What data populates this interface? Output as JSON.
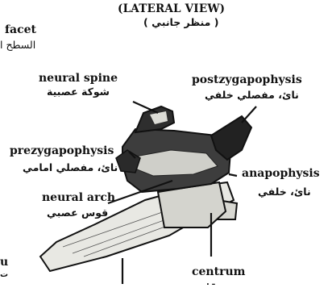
{
  "title": {
    "en": "(LATERAL VIEW)",
    "ar": "( منظر جانبي )"
  },
  "labels": {
    "facet": {
      "en": "facet",
      "ar": "السطح ا"
    },
    "neural_spine": {
      "en": "neural spine",
      "ar": "شوكة عصبية"
    },
    "postzygapophysis": {
      "en": "postzygapophysis",
      "ar": "نائ، مفصلي خلفي"
    },
    "prezygapophysis": {
      "en": "prezygapophysis",
      "ar": "نائ، مفصلي امامي"
    },
    "anapophysis": {
      "en": "anapophysis",
      "ar": "نائ، خلفي"
    },
    "neural_arch": {
      "en": "neural arch",
      "ar": "قوس عصبي"
    },
    "centrum": {
      "en": "centrum",
      "ar": "ـ ."
    },
    "cut_left": {
      "en": "u",
      "ar": "ت"
    }
  },
  "colors": {
    "ink": "#111111",
    "bone": "#e7e7e2",
    "paper": "#ffffff"
  }
}
